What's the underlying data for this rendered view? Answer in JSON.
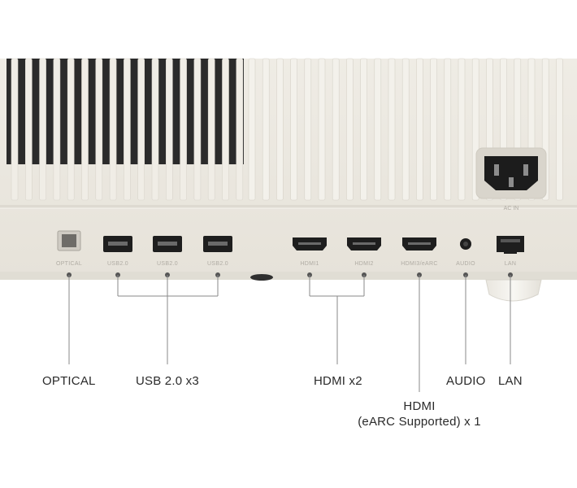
{
  "device": {
    "body_color": "#ece9e1",
    "vent_dark_color": "#2b2b2b",
    "line_color": "#8a8a8a",
    "power_label": "AC IN"
  },
  "ports": [
    {
      "id": "optical",
      "type": "optical",
      "port_label": "OPTICAL"
    },
    {
      "id": "usb1",
      "type": "usb",
      "port_label": "USB2.0"
    },
    {
      "id": "usb2",
      "type": "usb",
      "port_label": "USB2.0"
    },
    {
      "id": "usb3",
      "type": "usb",
      "port_label": "USB2.0"
    },
    {
      "id": "hdmi1",
      "type": "hdmi",
      "port_label": "HDMI1"
    },
    {
      "id": "hdmi2",
      "type": "hdmi",
      "port_label": "HDMI2"
    },
    {
      "id": "hdmi3",
      "type": "hdmi",
      "port_label": "HDMI3/eARC"
    },
    {
      "id": "audio",
      "type": "audio",
      "port_label": "AUDIO"
    },
    {
      "id": "lan",
      "type": "lan",
      "port_label": "LAN"
    }
  ],
  "callouts": {
    "optical": "OPTICAL",
    "usb": "USB 2.0 x3",
    "hdmi": "HDMI x2",
    "hdmi_earc_line1": "HDMI",
    "hdmi_earc_line2": "(eARC Supported) x 1",
    "audio": "AUDIO",
    "lan": "LAN"
  }
}
